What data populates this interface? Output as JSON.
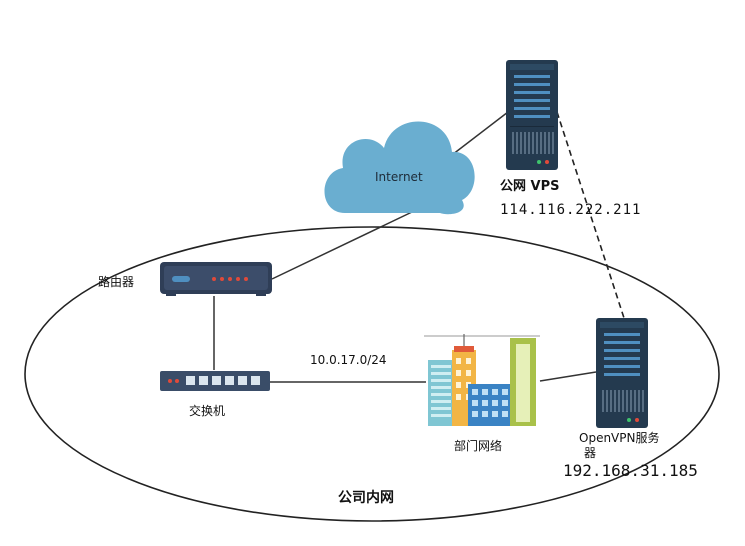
{
  "internet": {
    "label": "Internet",
    "color": "#6aaed0"
  },
  "vps": {
    "label": "公网 VPS",
    "ip": "114.116.222.211"
  },
  "router": {
    "label": "路由器"
  },
  "switch": {
    "label": "交换机"
  },
  "subnet": {
    "label": "10.0.17.0/24"
  },
  "dept": {
    "label": "部门网络"
  },
  "openvpn": {
    "label_line1": "OpenVPN服务",
    "label_line2": "器",
    "ip": "192.168.31.185"
  },
  "lan": {
    "label": "公司内网"
  },
  "colors": {
    "server": "#243a4f",
    "server_slot": "#4f8fc0",
    "router_body": "#2f3e57",
    "port_red": "#e04a3a"
  }
}
